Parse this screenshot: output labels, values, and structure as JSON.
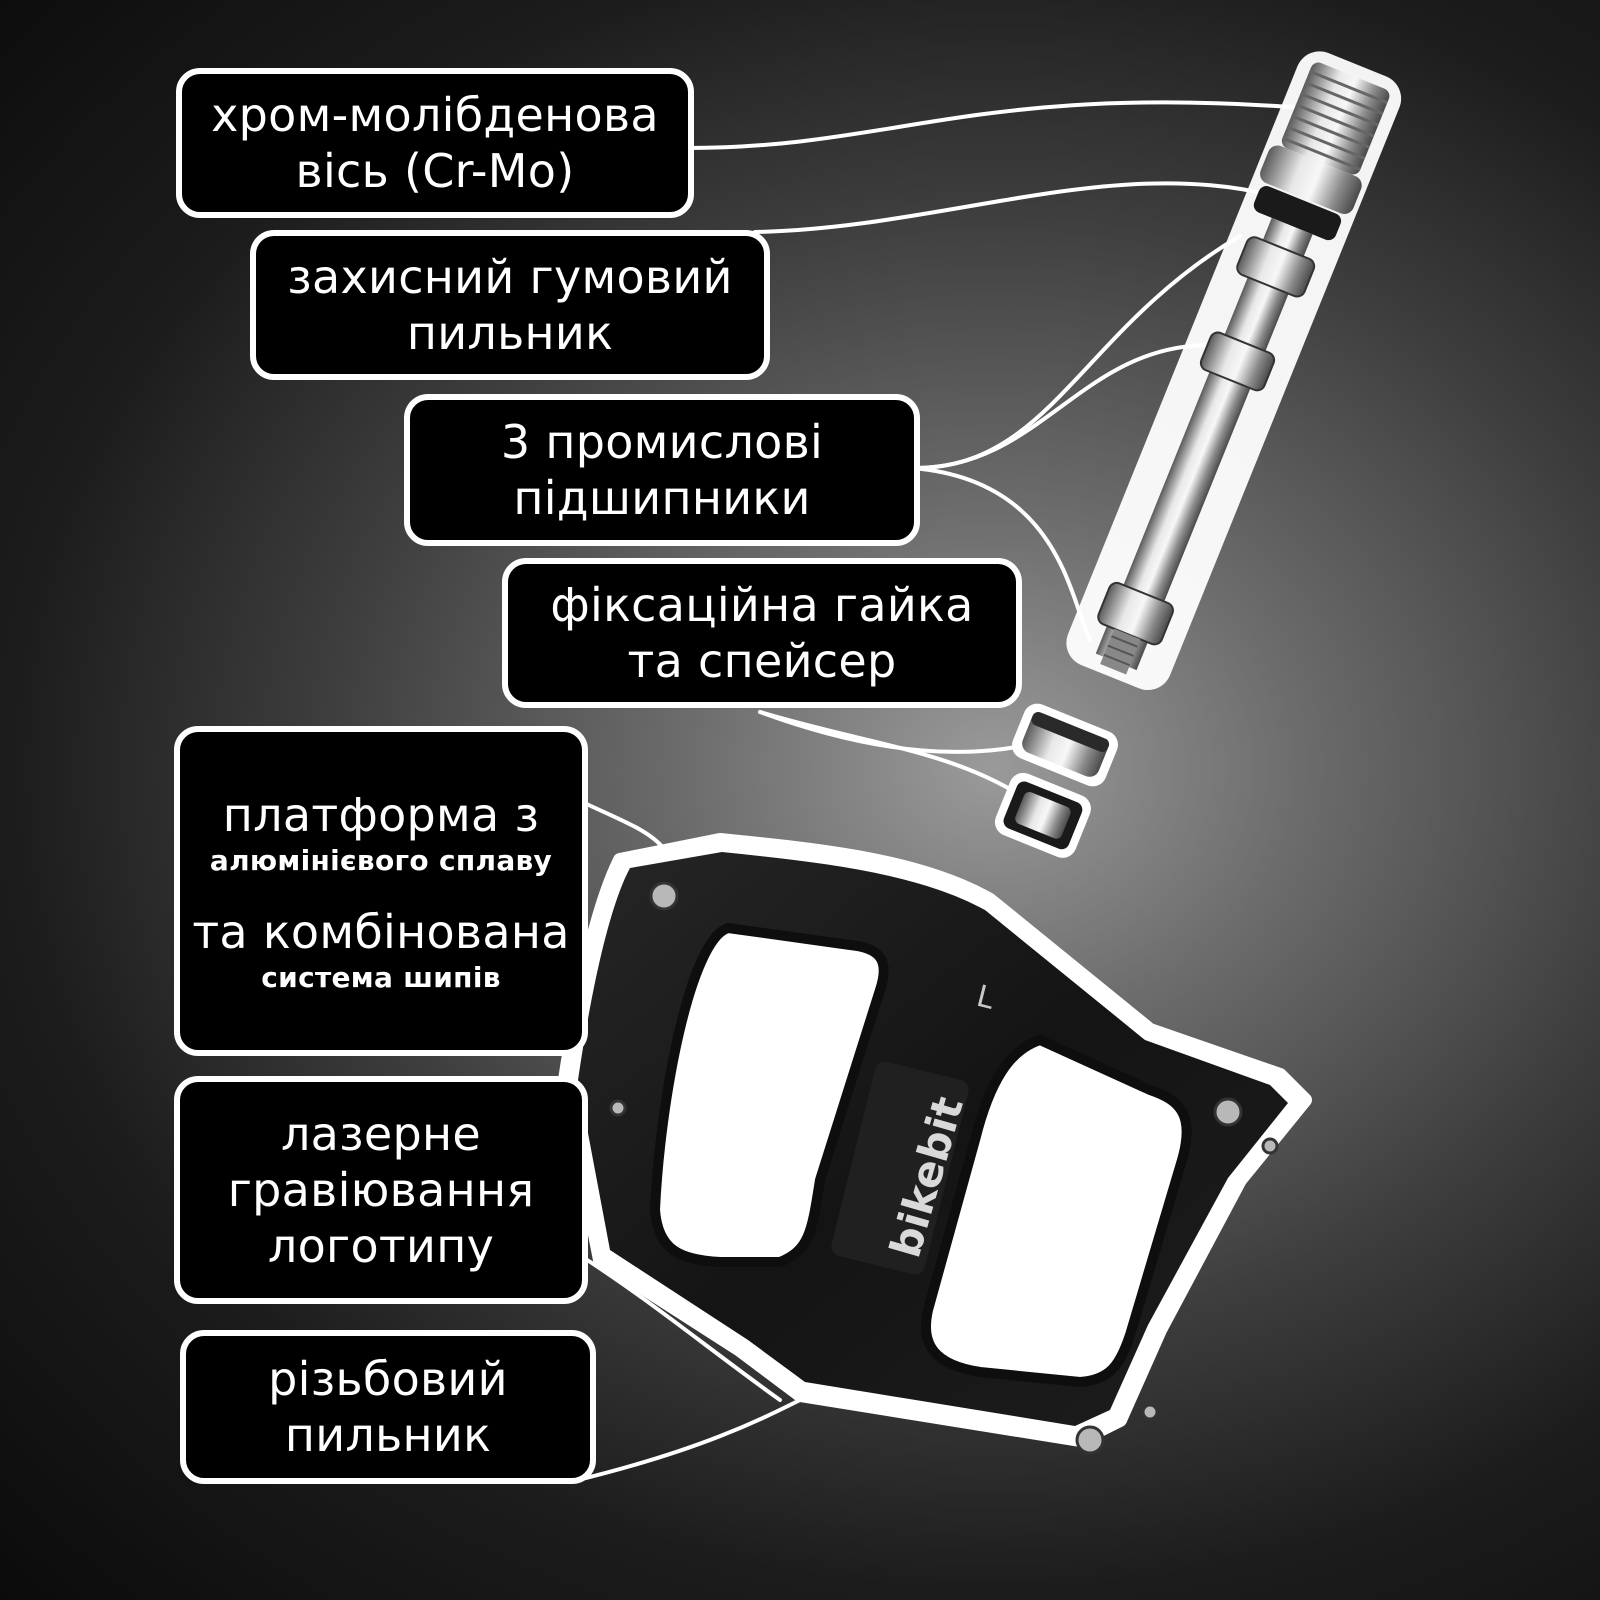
{
  "labels": {
    "axle": {
      "lines": [
        "хром-молібденова",
        "вісь (Cr-Mo)"
      ]
    },
    "rubber_seal": {
      "lines": [
        "захисний гумовий",
        "пильник"
      ]
    },
    "bearings": {
      "lines": [
        "3 промислові",
        "підшипники"
      ]
    },
    "locknut": {
      "lines": [
        "фіксаційна гайка",
        "та спейсер"
      ]
    },
    "platform": {
      "line1": "платформа з",
      "line2": "алюмінієвого сплаву",
      "line3": "та комбінована",
      "line4": "система шипів"
    },
    "laser": {
      "lines": [
        "лазерне",
        "гравіювання",
        "логотипу"
      ]
    },
    "thread_seal": {
      "lines": [
        "різьбовий",
        "пильник"
      ]
    }
  },
  "pedal": {
    "logo": "bikebit",
    "side_mark": "L"
  },
  "colors": {
    "label_bg": "#000000",
    "label_border": "#ffffff",
    "label_text": "#ffffff",
    "leader_line": "#ffffff",
    "pedal_body": "#161616",
    "axle_metal": "#bfbfbf"
  }
}
